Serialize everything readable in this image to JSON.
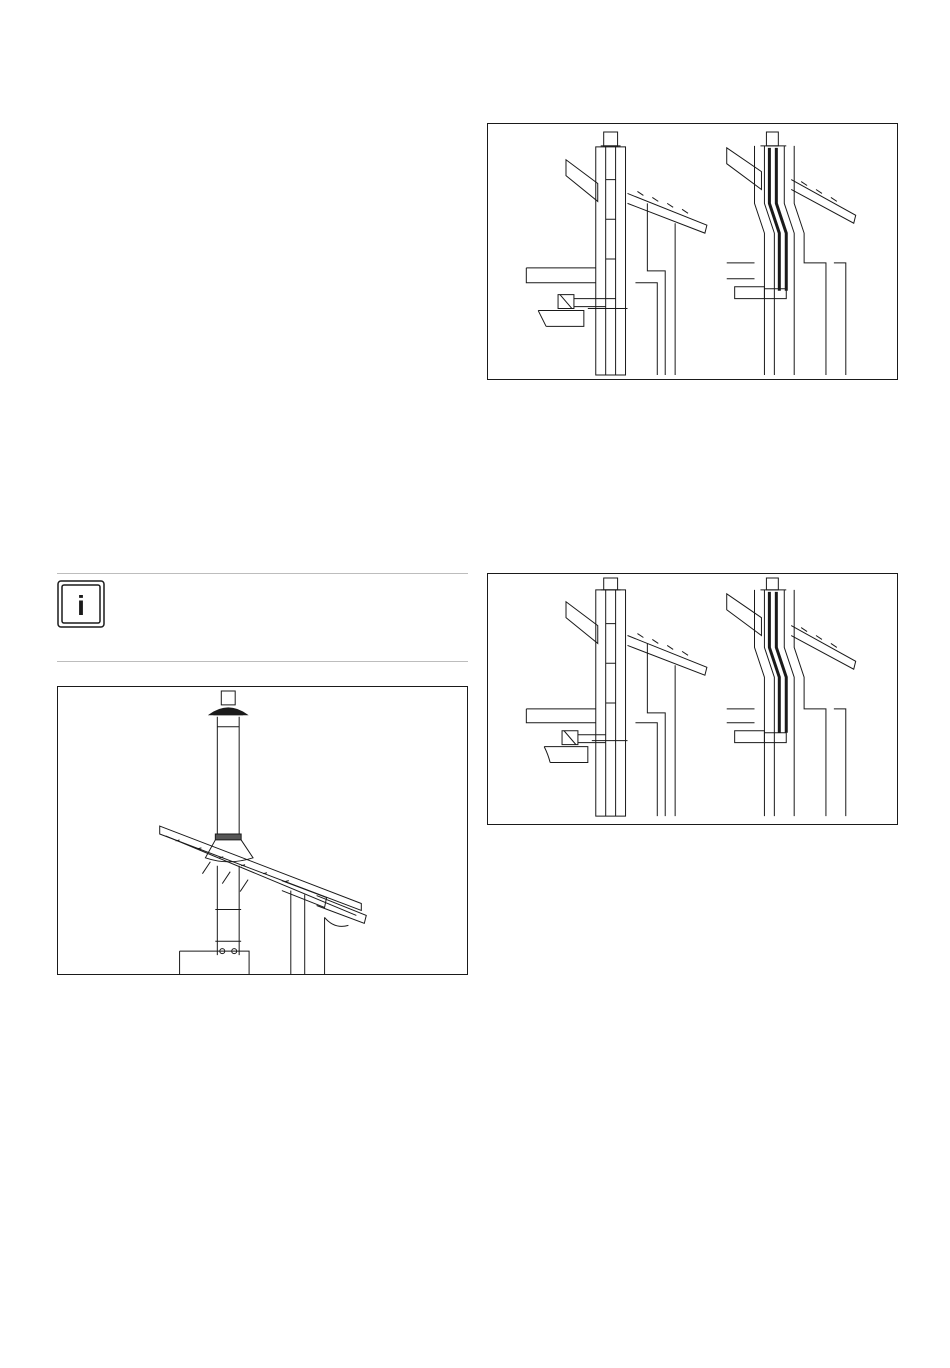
{
  "page": {
    "info_box": {
      "icon": "info-icon",
      "glyph": "i"
    },
    "figures": [
      {
        "id": "chimney-conversion-top",
        "description_hidden": true
      },
      {
        "id": "chimney-conversion-bottom",
        "description_hidden": true
      },
      {
        "id": "roof-penetration",
        "description_hidden": true
      }
    ]
  }
}
